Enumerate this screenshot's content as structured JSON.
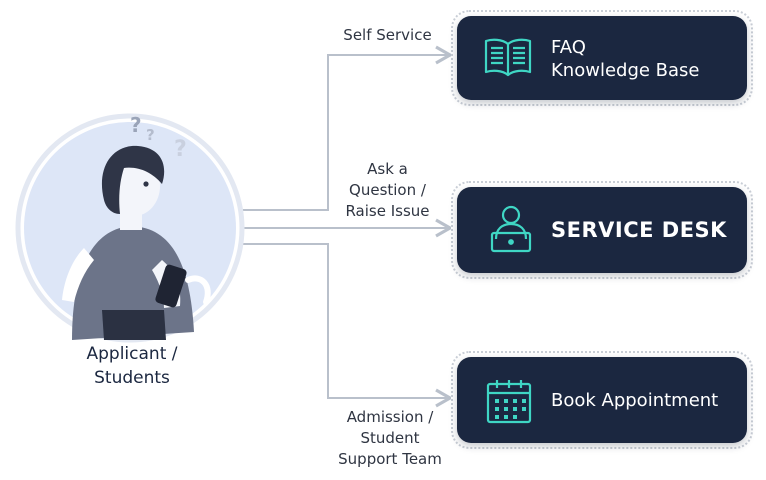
{
  "person": {
    "label": "Applicant /\nStudents"
  },
  "connectors": {
    "top": "Self Service",
    "middle": "Ask a\nQuestion /\nRaise Issue",
    "bottom": "Admission /\nStudent\nSupport Team"
  },
  "boxes": {
    "faq": {
      "label": "FAQ\nKnowledge Base",
      "icon": "open-book-icon"
    },
    "service_desk": {
      "label": "SERVICE DESK",
      "icon": "person-at-laptop-icon"
    },
    "appointment": {
      "label": "Book Appointment",
      "icon": "calendar-icon"
    }
  },
  "colors": {
    "box_fill": "#1b2740",
    "icon_accent": "#3fd6c4",
    "connector_line": "#b9c0cb",
    "avatar_fill": "#dde6f7",
    "person_figure": "#3c4358"
  }
}
